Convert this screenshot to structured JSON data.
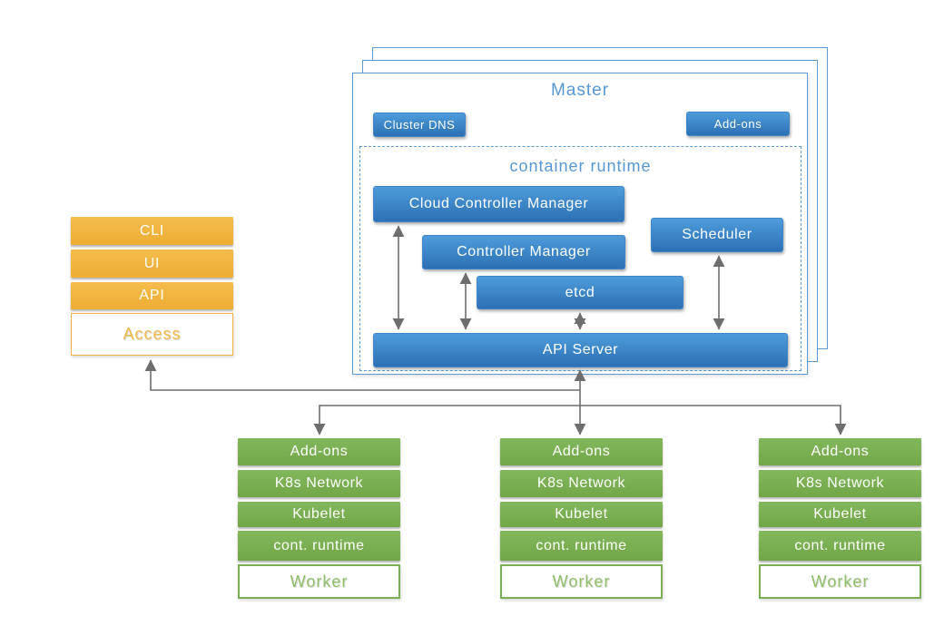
{
  "colors": {
    "blue_gradient_top": "#4e9cdb",
    "blue_gradient_bottom": "#2c70b4",
    "blue_outline_and_titles": "#5b9bd5",
    "orange": "#f0b541",
    "green": "#7ab052",
    "arrow_gray": "#6e6e6e"
  },
  "access_stack": {
    "items": [
      "CLI",
      "UI",
      "API"
    ],
    "label": "Access"
  },
  "master": {
    "title": "Master",
    "cluster_dns_label": "Cluster DNS",
    "addons_label": "Add-ons",
    "container_runtime": {
      "title": "container runtime",
      "cloud_controller_manager": "Cloud Controller Manager",
      "controller_manager": "Controller Manager",
      "scheduler": "Scheduler",
      "etcd": "etcd",
      "api_server": "API Server"
    }
  },
  "workers": [
    {
      "items": [
        "Add-ons",
        "K8s Network",
        "Kubelet",
        "cont. runtime"
      ],
      "label": "Worker"
    },
    {
      "items": [
        "Add-ons",
        "K8s Network",
        "Kubelet",
        "cont. runtime"
      ],
      "label": "Worker"
    },
    {
      "items": [
        "Add-ons",
        "K8s Network",
        "Kubelet",
        "cont. runtime"
      ],
      "label": "Worker"
    }
  ]
}
